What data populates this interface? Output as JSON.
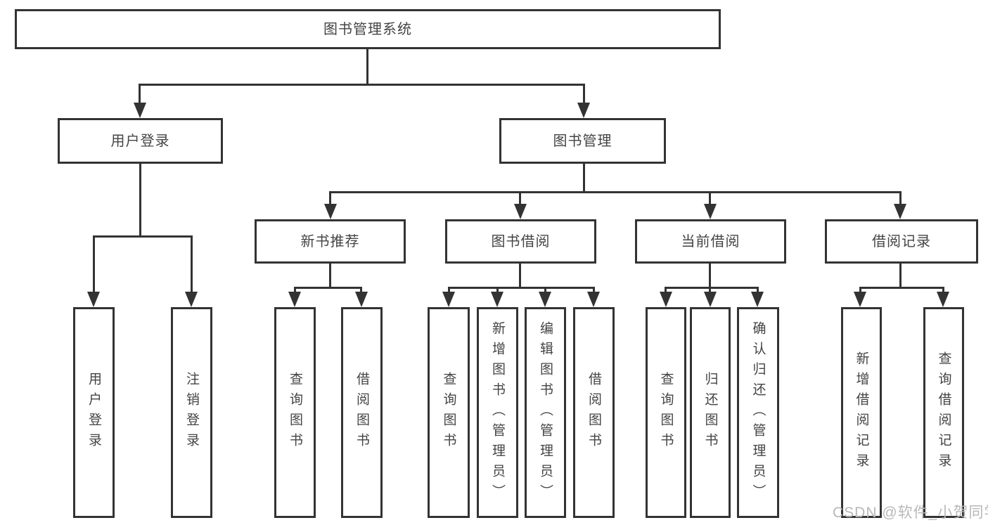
{
  "colors": {
    "line": "#333333",
    "text": "#444444",
    "watermark": "#b8b8b8",
    "background": "#ffffff"
  },
  "root": {
    "label": "图书管理系统"
  },
  "level2": {
    "user_login": "用户登录",
    "book_mgmt": "图书管理"
  },
  "sections": {
    "new_books": {
      "label": "新书推荐"
    },
    "book_borrow": {
      "label": "图书借阅"
    },
    "current_borrow": {
      "label": "当前借阅"
    },
    "borrow_records": {
      "label": "借阅记录"
    }
  },
  "leaves": {
    "login": "用户登录",
    "logout": "注销登录",
    "nb_query": "查询图书",
    "nb_borrow": "借阅图书",
    "bb_query": "查询图书",
    "bb_add": "新增图书（管理员）",
    "bb_edit": "编辑图书（管理员）",
    "bb_borrow": "借阅图书",
    "cb_query": "查询图书",
    "cb_return": "归还图书",
    "cb_confirm": "确认归还（管理员）",
    "br_add": "新增借阅记录",
    "br_query": "查询借阅记录"
  },
  "watermark": "CSDN @软件_小贺同学"
}
